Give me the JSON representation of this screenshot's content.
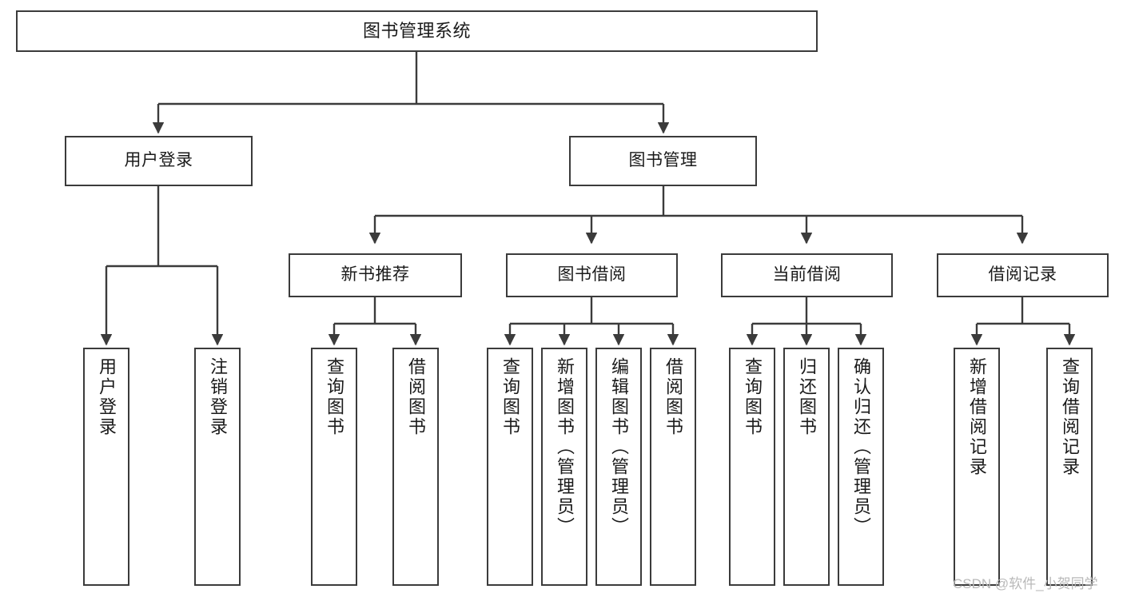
{
  "diagram": {
    "title": "图书管理系统",
    "type": "tree-hierarchy",
    "root": {
      "label": "图书管理系统"
    },
    "level2": [
      {
        "label": "用户登录"
      },
      {
        "label": "图书管理"
      }
    ],
    "level3": [
      {
        "label": "新书推荐"
      },
      {
        "label": "图书借阅"
      },
      {
        "label": "当前借阅"
      },
      {
        "label": "借阅记录"
      }
    ],
    "leaves": {
      "user_login": [
        {
          "label": "用户登录"
        },
        {
          "label": "注销登录"
        }
      ],
      "new_book_recommend": [
        {
          "label": "查询图书"
        },
        {
          "label": "借阅图书"
        }
      ],
      "book_borrow": [
        {
          "label": "查询图书"
        },
        {
          "label": "新增图书（管理员）"
        },
        {
          "label": "编辑图书（管理员）"
        },
        {
          "label": "借阅图书"
        }
      ],
      "current_borrow": [
        {
          "label": "查询图书"
        },
        {
          "label": "归还图书"
        },
        {
          "label": "确认归还（管理员）"
        }
      ],
      "borrow_record": [
        {
          "label": "新增借阅记录"
        },
        {
          "label": "查询借阅记录"
        }
      ]
    }
  },
  "watermark": {
    "text": "CSDN @软件_小贺同学"
  },
  "colors": {
    "stroke": "#3b3b3b",
    "text": "#1a1a1a",
    "background": "#ffffff",
    "watermark": "#b9b9b9"
  }
}
